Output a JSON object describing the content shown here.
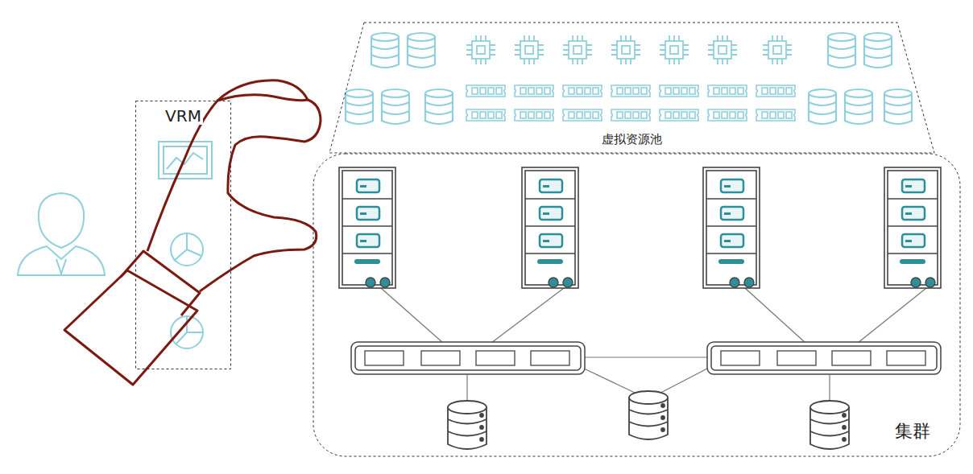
{
  "diagram": {
    "nodes": [
      {
        "text": [
          "VRM"
        ]
      },
      {
        "text": [
          "虚拟资源池"
        ]
      },
      {
        "text": [
          "集群"
        ]
      }
    ]
  }
}
